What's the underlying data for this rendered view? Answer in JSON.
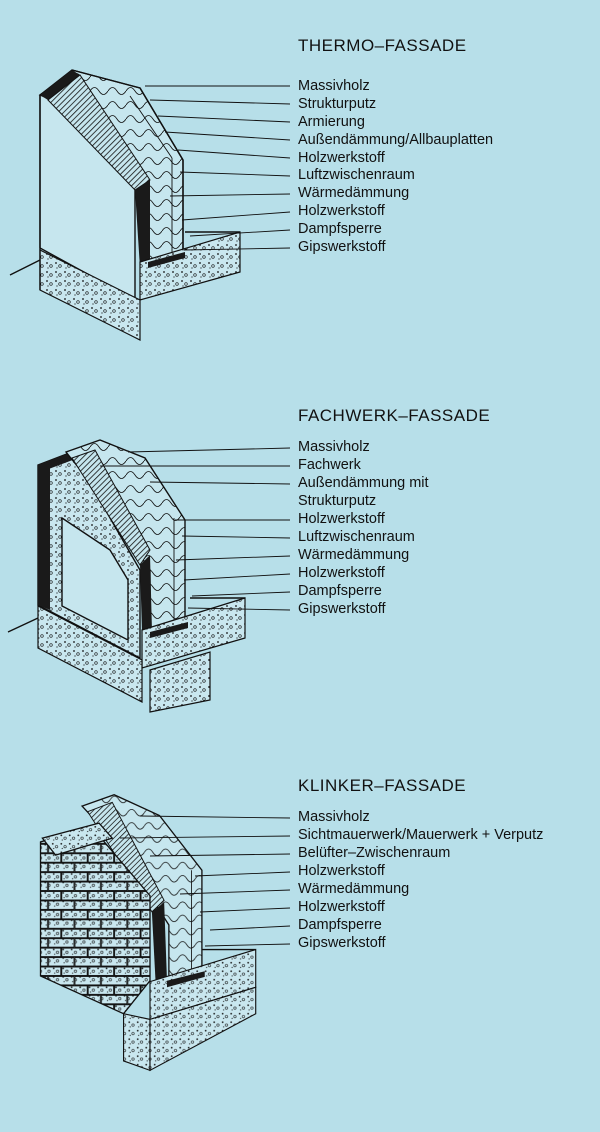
{
  "panels": [
    {
      "title": "THERMO–FASSADE",
      "labels": [
        "Massivholz",
        "Strukturputz",
        "Armierung",
        "Außendämmung/Allbauplatten",
        "Holzwerkstoff",
        "Luftzwischenraum",
        "Wärmedämmung",
        "Holzwerkstoff",
        "Dampfsperre",
        "Gipswerkstoff"
      ]
    },
    {
      "title": "FACHWERK–FASSADE",
      "labels": [
        "Massivholz",
        "Fachwerk",
        "Außendämmung mit",
        "Strukturputz",
        "Holzwerkstoff",
        "Luftzwischenraum",
        "Wärmedämmung",
        "Holzwerkstoff",
        "Dampfsperre",
        "Gipswerkstoff"
      ]
    },
    {
      "title": "KLINKER–FASSADE",
      "labels": [
        "Massivholz",
        "Sichtmauerwerk/Mauerwerk + Verputz",
        "Belüfter–Zwischenraum",
        "Holzwerkstoff",
        "Wärmedämmung",
        "Holzwerkstoff",
        "Dampfsperre",
        "Gipswerkstoff"
      ]
    }
  ]
}
